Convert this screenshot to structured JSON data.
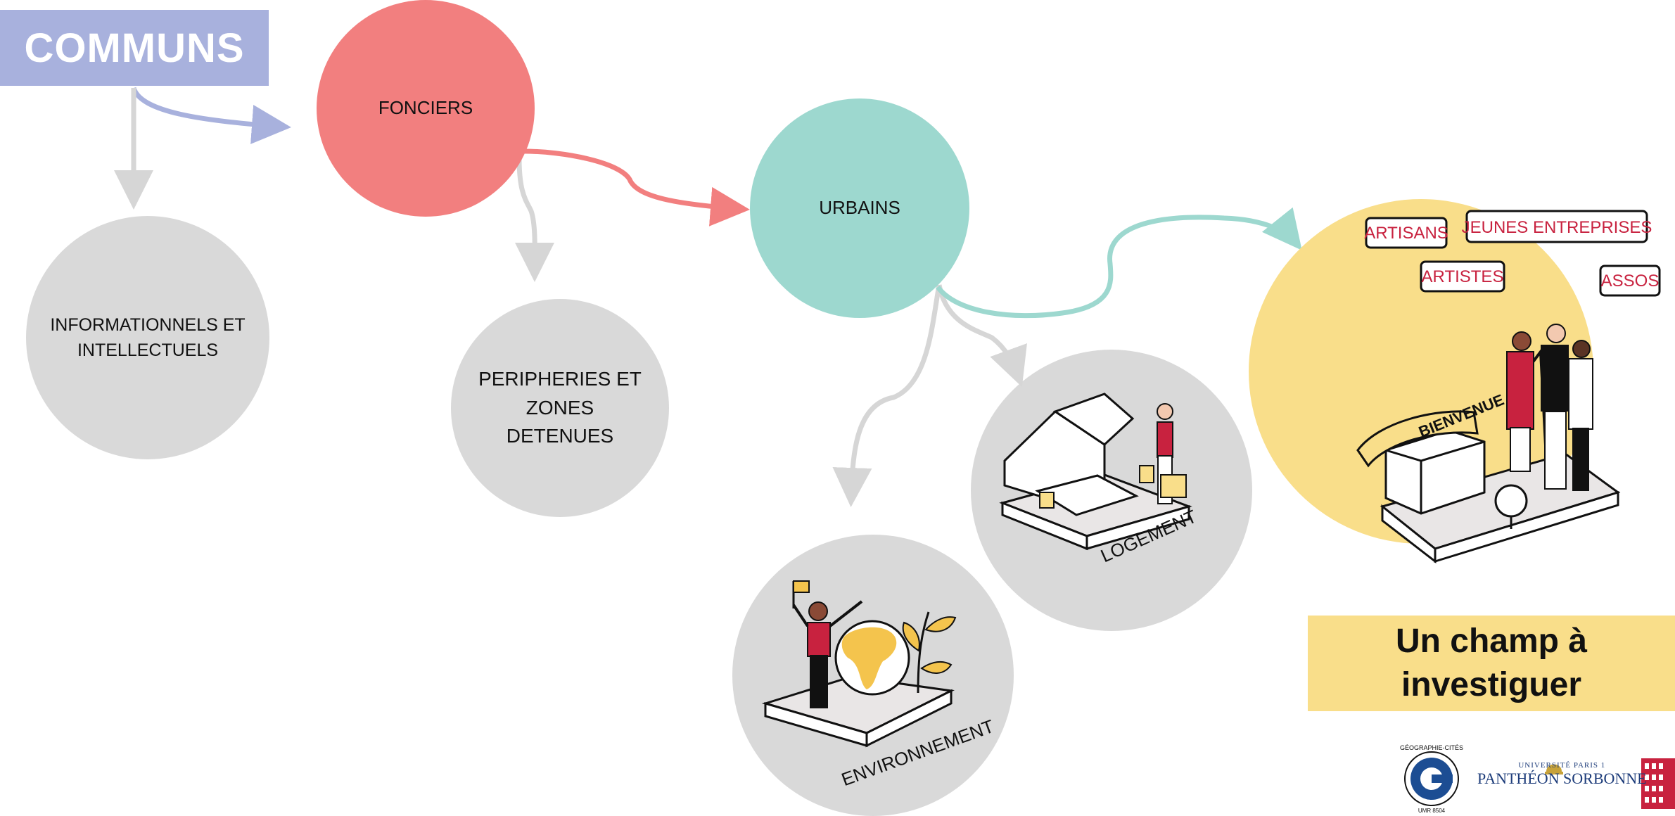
{
  "title": "COMMUNS",
  "nodes": {
    "fonciers": "FONCIERS",
    "urbains": "URBAINS",
    "informationnels": "INFORMATIONNELS ET INTELLECTUELS",
    "peripheries": "PERIPHERIES ET ZONES DETENUES",
    "logement": "LOGEMENT",
    "environnement": "ENVIRONNEMENT"
  },
  "speech_bubbles": [
    "JEUNES ENTREPRISES",
    "ARTISTES",
    "ASSOS",
    "ARTISANS"
  ],
  "banner": "BIENVENUE",
  "cta": "Un champ à investiguer",
  "logos": {
    "geographie_cites_ring": "GÉOGRAPHIE-CITÉS",
    "geographie_cites_umr": "UMR 8504",
    "pantheon_line1": "UNIVERSITÉ PARIS 1",
    "pantheon_line2": "PANTHÉON SORBONNE"
  },
  "colors": {
    "communs": "#a8b1dd",
    "fonciers": "#f27f7f",
    "urbains": "#9dd8cf",
    "grey_node": "#d9d9d9",
    "yellow": "#f9de8a",
    "accent_red": "#c8223f"
  }
}
